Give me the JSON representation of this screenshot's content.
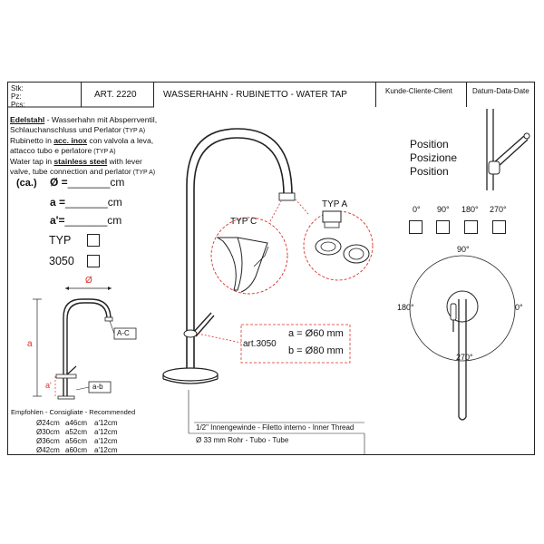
{
  "header": {
    "stk": "Stk:",
    "pz": "Pz:",
    "pcs": "Pcs:",
    "article": "ART. 2220",
    "title": "WASSERHAHN - RUBINETTO - WATER TAP",
    "client": "Kunde-Cliente-Client",
    "date": "Datum-Data-Date"
  },
  "description": {
    "de_bold": "Edelstahl",
    "de_rest1": " - Wasserhahn mit Absperrventil,",
    "de_line2": "Schlauchanschluss und Perlator",
    "de_typ": " (TYP A)",
    "it_pre": "Rubinetto in ",
    "it_bold": "acc. inox",
    "it_post": " con valvola a leva,",
    "it_line2": "attacco tubo e perlatore",
    "it_typ": " (TYP A)",
    "en_pre": "Water tap in ",
    "en_bold": "stainless steel",
    "en_post": " with lever",
    "en_line2": "valve, tube connection and perlator",
    "en_typ": " (TYP A)"
  },
  "form": {
    "ca_label": "(ca.)",
    "phi_label": "Ø =",
    "a_label": "a =",
    "a2_label": "a'=",
    "blank": "_______",
    "unit": "cm",
    "typ_label": "TYP",
    "n3050_label": "3050"
  },
  "small_drawing": {
    "phi": "Ø",
    "a": "a",
    "a_prime": "a'",
    "ac_label": "A-C",
    "ab_label": "a-b"
  },
  "recommended": {
    "title": "Empfohlen - Consigliate - Recommended",
    "rows": [
      {
        "d": "Ø24cm",
        "a": "a46cm",
        "a2": "a'12cm"
      },
      {
        "d": "Ø30cm",
        "a": "a52cm",
        "a2": "a'12cm"
      },
      {
        "d": "Ø36cm",
        "a": "a56cm",
        "a2": "a'12cm"
      },
      {
        "d": "Ø42cm",
        "a": "a60cm",
        "a2": "a'12cm"
      }
    ]
  },
  "main_drawing": {
    "typ_c": "TYP  C",
    "typ_a": "TYP  A",
    "art3050": "art.3050",
    "a_dim": "a = Ø60 mm",
    "b_dim": "b = Ø80 mm",
    "thread": "1/2\" Innengewinde - Filetto interno - Inner Thread",
    "tube": "Ø 33 mm  Rohr - Tubo - Tube"
  },
  "position": {
    "title1": "Position",
    "title2": "Posizione",
    "title3": "Position",
    "options": [
      "0°",
      "90°",
      "180°",
      "270°"
    ],
    "deg90": "90°",
    "deg180": "180°",
    "deg0": "0°",
    "deg270": "270°"
  },
  "colors": {
    "line": "#222222",
    "red_dashed": "#d9302b"
  }
}
